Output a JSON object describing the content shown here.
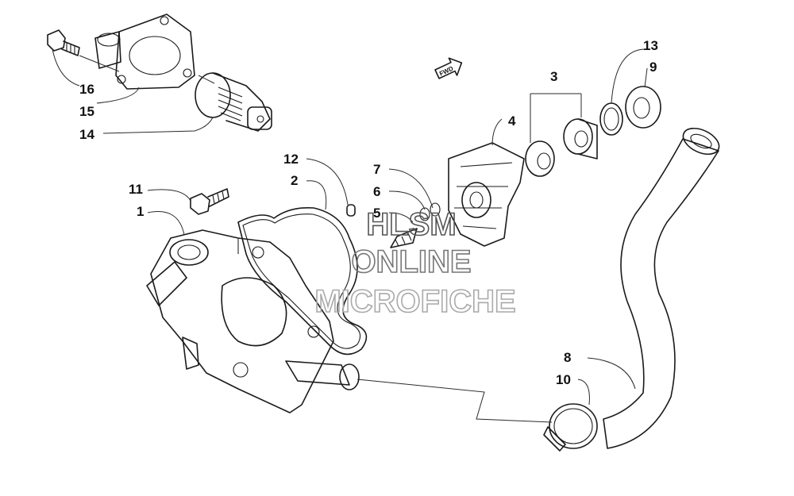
{
  "diagram": {
    "callouts": [
      {
        "id": "16",
        "label": "16"
      },
      {
        "id": "15",
        "label": "15"
      },
      {
        "id": "14",
        "label": "14"
      },
      {
        "id": "13",
        "label": "13"
      },
      {
        "id": "9",
        "label": "9"
      },
      {
        "id": "3",
        "label": "3"
      },
      {
        "id": "4",
        "label": "4"
      },
      {
        "id": "12",
        "label": "12"
      },
      {
        "id": "2",
        "label": "2"
      },
      {
        "id": "7",
        "label": "7"
      },
      {
        "id": "6",
        "label": "6"
      },
      {
        "id": "5",
        "label": "5"
      },
      {
        "id": "11",
        "label": "11"
      },
      {
        "id": "1",
        "label": "1"
      },
      {
        "id": "8",
        "label": "8"
      },
      {
        "id": "10",
        "label": "10"
      }
    ],
    "direction_marker": "FWD"
  },
  "watermark": {
    "line1": "HLSM",
    "line2": "ONLINE",
    "line3": "MICROFICHE"
  }
}
